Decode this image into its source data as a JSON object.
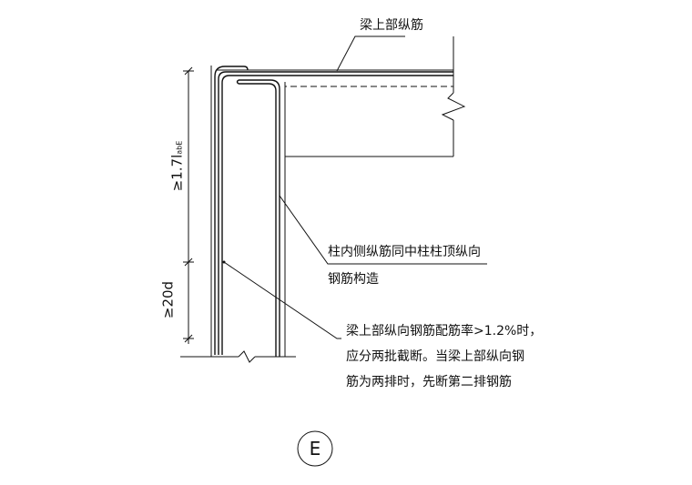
{
  "labels": {
    "top_rebar": "梁上部纵筋",
    "column_inner_line1": "柱内侧纵筋同中柱柱顶纵向",
    "column_inner_line2": "钢筋构造",
    "note_line1": "梁上部纵向钢筋配筋率>1.2%时，",
    "note_line2": "应分两批截断。当梁上部纵向钢",
    "note_line3": "筋为两排时，先断第二排钢筋"
  },
  "dimensions": {
    "upper_prefix": "≥1.7l",
    "upper_subscript": "abE",
    "lower": "≥20d"
  },
  "detail_marker": "E"
}
